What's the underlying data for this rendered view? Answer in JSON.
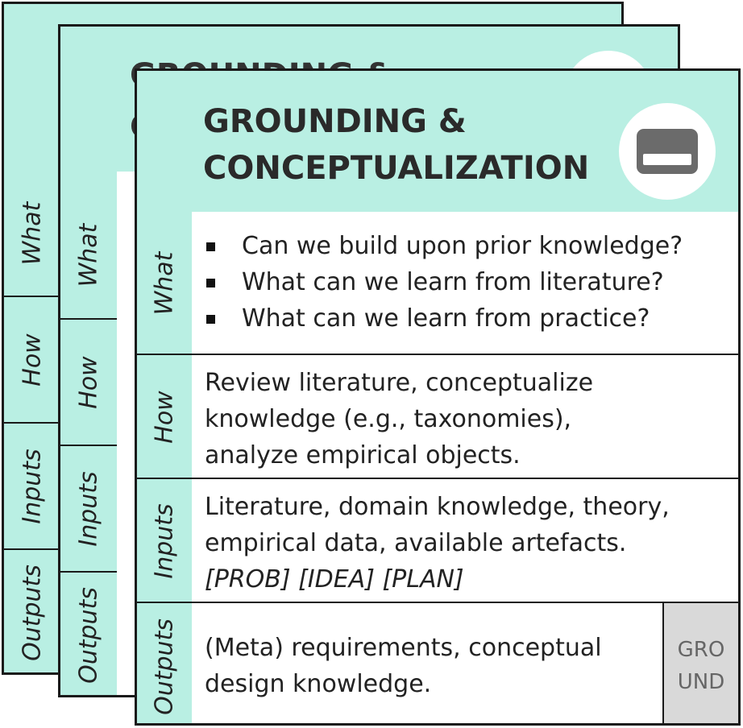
{
  "card": {
    "title_line1": "GROUNDING &",
    "title_line2": "CONCEPTUALIZATION",
    "icon": "card-icon",
    "accent_color": "#b9efe3",
    "rows": {
      "what": {
        "label": "What",
        "bullets": [
          "Can we build upon prior knowledge?",
          "What can we learn from literature?",
          "What can we learn from practice?"
        ]
      },
      "how": {
        "label": "How",
        "lines": [
          "Review literature, conceptualize",
          "knowledge (e.g., taxonomies),",
          "analyze empirical objects."
        ]
      },
      "inputs": {
        "label": "Inputs",
        "lines": [
          "Literature, domain knowledge, theory,",
          "empirical data, available artefacts."
        ],
        "refs": "[PROB] [IDEA] [PLAN]"
      },
      "outputs": {
        "label": "Outputs",
        "lines": [
          "(Meta) requirements, conceptual",
          "design knowledge."
        ],
        "tag_line1": "GRO",
        "tag_line2": "UND"
      }
    }
  },
  "back_cards": {
    "title_fragment_1": "GROUNDING &",
    "title_fragment_2": "C",
    "labels": [
      "What",
      "How",
      "Inputs",
      "Outputs"
    ]
  }
}
